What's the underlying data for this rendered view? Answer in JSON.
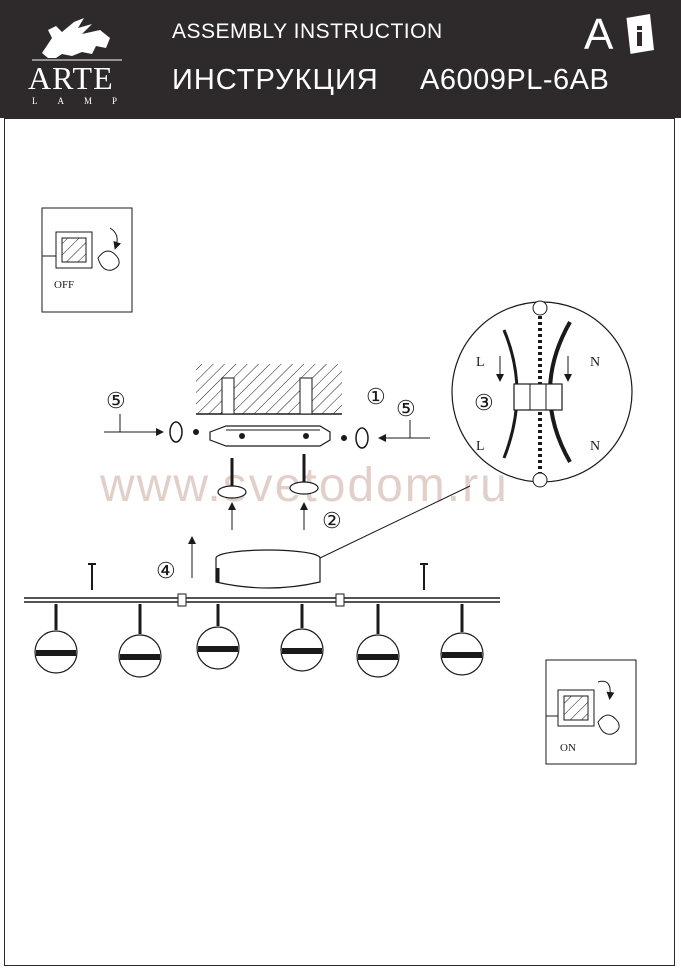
{
  "header": {
    "title_en": "ASSEMBLY INSTRUCTION",
    "title_ru": "ИНСТРУКЦИЯ",
    "model": "A6009PL-6AB",
    "brand": {
      "name": "ARTE",
      "sub": "LAMP"
    },
    "lang_letter": "A",
    "info_icon": "info-book-icon"
  },
  "steps": {
    "off_label": "OFF",
    "on_label": "ON",
    "step_1": "①",
    "step_2": "②",
    "step_3": "③",
    "step_4": "④",
    "step_5": "⑤"
  },
  "wiring": {
    "left_top": "L",
    "left_bottom": "L",
    "right_top": "N",
    "right_bottom": "N"
  },
  "watermark": "www.svetodom.ru",
  "colors": {
    "header_bg": "#2e2a2b",
    "line": "#1a1a1a",
    "watermark": "#c9a89e"
  }
}
